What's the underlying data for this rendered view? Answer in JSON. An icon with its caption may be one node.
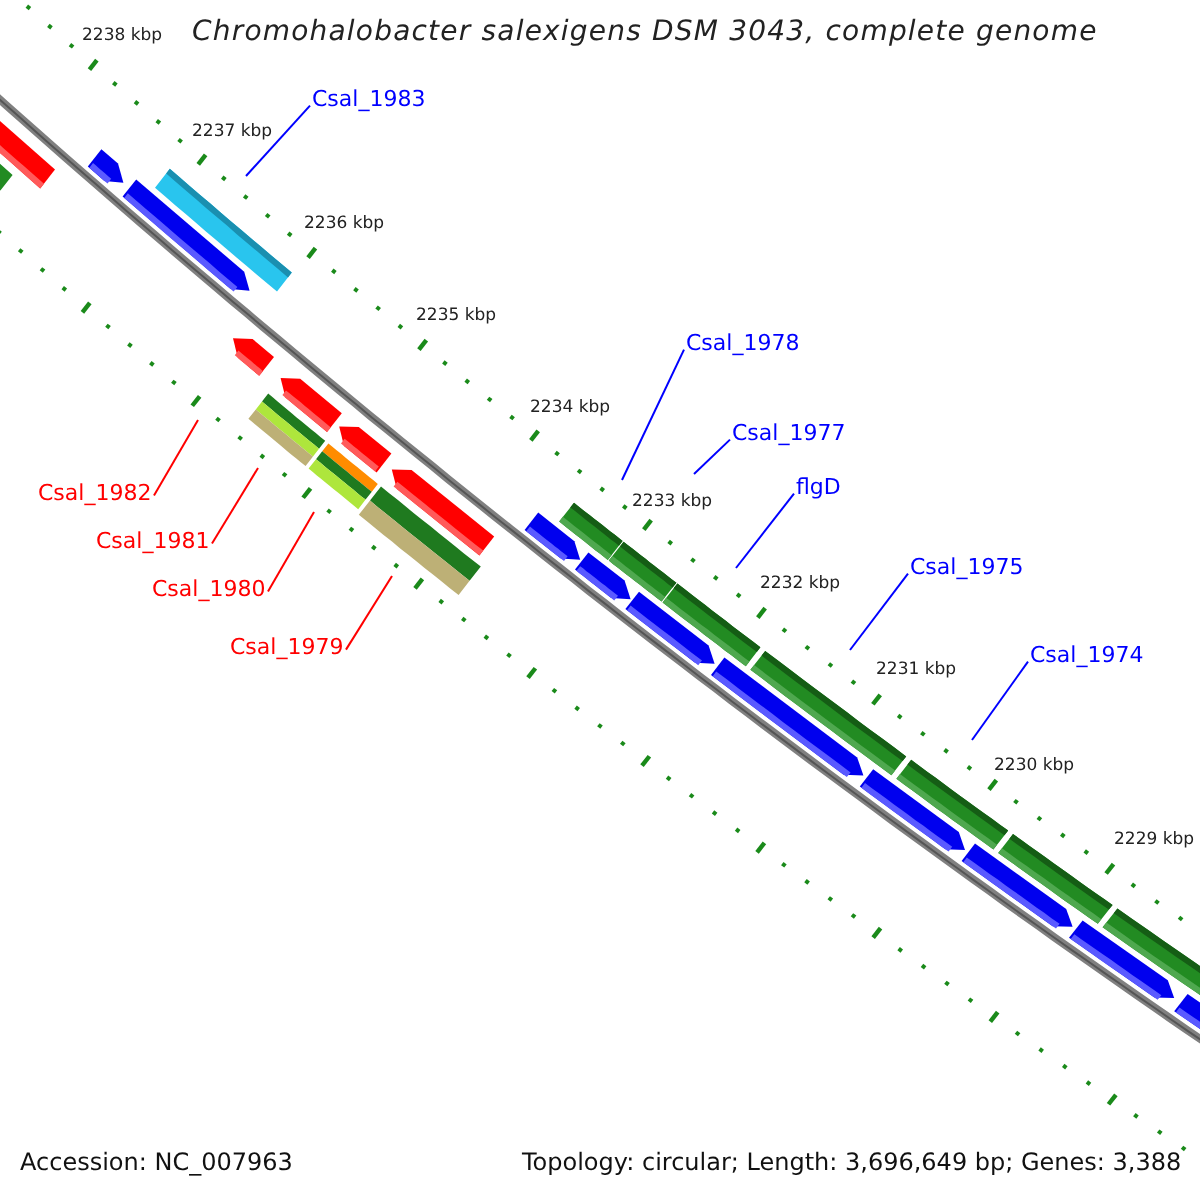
{
  "diagram": {
    "title": "Chromohalobacter salexigens DSM 3043, complete genome",
    "nodes": [
      {
        "text": [
          "Csal_1983"
        ]
      },
      {
        "text": [
          "Csal_1978"
        ]
      },
      {
        "text": [
          "Csal_1977"
        ]
      },
      {
        "text": [
          "flgD"
        ]
      },
      {
        "text": [
          "Csal_1975"
        ]
      },
      {
        "text": [
          "Csal_1974"
        ]
      },
      {
        "text": [
          "Csal_1982"
        ]
      },
      {
        "text": [
          "Csal_1981"
        ]
      },
      {
        "text": [
          "Csal_1980"
        ]
      },
      {
        "text": [
          "Csal_1979"
        ]
      }
    ],
    "edges": [
      {
        "from": 0,
        "to": null,
        "arrow": "none"
      },
      {
        "from": 1,
        "to": null,
        "arrow": "none"
      },
      {
        "from": 2,
        "to": null,
        "arrow": "none"
      },
      {
        "from": 3,
        "to": null,
        "arrow": "none"
      },
      {
        "from": 4,
        "to": null,
        "arrow": "none"
      },
      {
        "from": 5,
        "to": null,
        "arrow": "none"
      },
      {
        "from": 6,
        "to": null,
        "arrow": "none",
        "color": "#ff0000"
      },
      {
        "from": 7,
        "to": null,
        "arrow": "none",
        "color": "#ff0000"
      },
      {
        "from": 8,
        "to": null,
        "arrow": "none",
        "color": "#ff0000"
      },
      {
        "from": 9,
        "to": null,
        "arrow": "none",
        "color": "#ff0000"
      }
    ],
    "labels": [
      "2238 kbp",
      "2237 kbp",
      "2236 kbp",
      "2235 kbp",
      "2234 kbp",
      "2233 kbp",
      "2232 kbp",
      "2231 kbp",
      "2230 kbp",
      "2229 kbp",
      "Accession: NC_007963",
      "Topology: circular; Length: 3,696,649 bp; Genes: 3,388"
    ]
  }
}
